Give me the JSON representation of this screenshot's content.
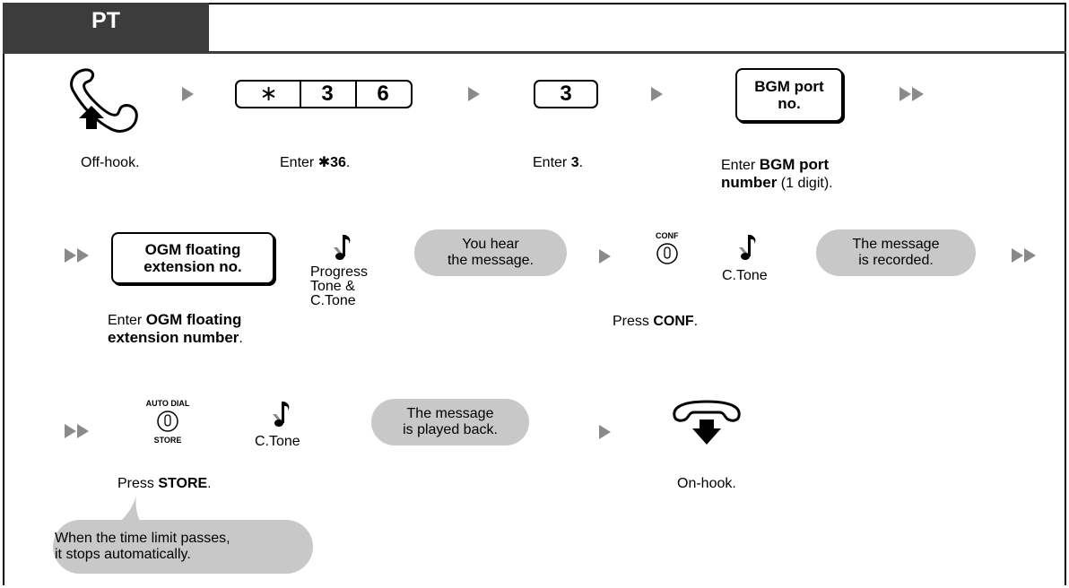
{
  "header": {
    "tab_label": "PT"
  },
  "row1": {
    "keys": [
      "∗",
      "3",
      "6"
    ],
    "key2": "3",
    "bgm_box": "BGM port\nno.",
    "captions": {
      "offhook": "Off-hook.",
      "enter36_pre": "Enter ",
      "enter36_bold": "✱36",
      "enter36_post": ".",
      "enter3_pre": "Enter ",
      "enter3_bold": "3",
      "enter3_post": ".",
      "bgm_pre": "Enter ",
      "bgm_bold1": "BGM port",
      "bgm_bold2": "number",
      "bgm_post": " (1 digit)."
    }
  },
  "row2": {
    "ogm_box": "OGM floating\nextension no.",
    "tone1": "Progress\nTone &\nC.Tone",
    "bubble1": "You hear\nthe message.",
    "conf_label": "CONF",
    "tone2": "C.Tone",
    "bubble2": "The message\nis recorded.",
    "captions": {
      "ogm_pre": "Enter ",
      "ogm_bold1": "OGM floating",
      "ogm_bold2": "extension number",
      "ogm_post": ".",
      "conf_pre": "Press ",
      "conf_bold": "CONF",
      "conf_post": "."
    }
  },
  "row3": {
    "autodial_label": "AUTO DIAL",
    "store_label": "STORE",
    "tone": "C.Tone",
    "bubble": "The message\nis played back.",
    "captions": {
      "store_pre": "Press ",
      "store_bold": "STORE",
      "store_post": ".",
      "onhook": "On-hook."
    },
    "note": "When the time limit passes,\nit stops automatically."
  },
  "colors": {
    "tab": "#3c3c3c",
    "arrow": "#8a8a8a",
    "bubble": "#c8c8c8"
  }
}
